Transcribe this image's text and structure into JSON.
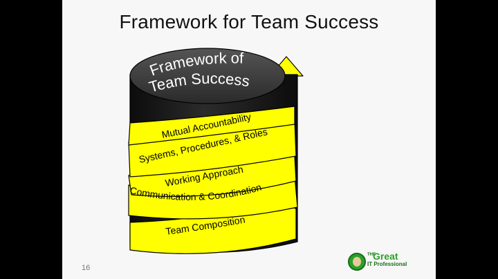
{
  "slide": {
    "title": "Framework for Team Success",
    "page_number": "16"
  },
  "diagram": {
    "top_label_line1": "Framework of",
    "top_label_line2": "Team Success",
    "layers": [
      "Mutual Accountability",
      "Systems, Procedures, & Roles",
      "Working Approach",
      "Communication & Coordination",
      "Team Composition"
    ],
    "colors": {
      "band": "#ffff00",
      "stack": "#1c1c1c",
      "top": "#3a3a3a",
      "outline": "#000000"
    }
  },
  "logo": {
    "the": "THE",
    "great": "Great",
    "it_professional": "IT Professional"
  }
}
